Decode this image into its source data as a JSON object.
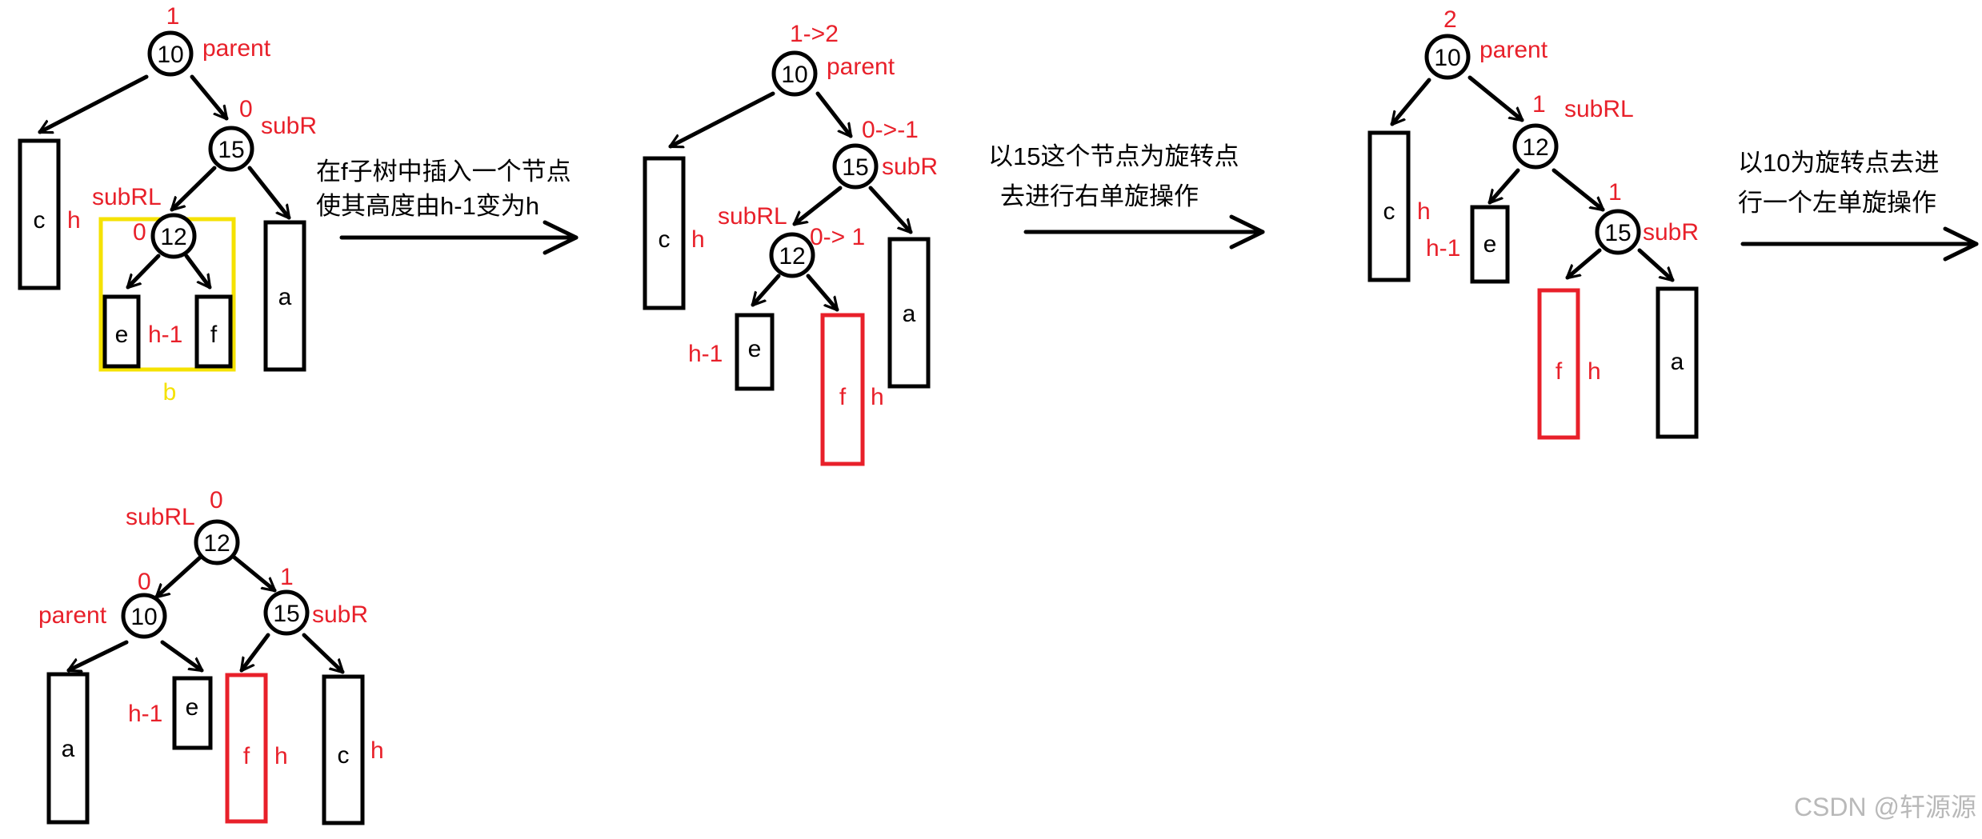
{
  "steps": {
    "s1": {
      "parent_bf": "1",
      "parent_val": "10",
      "parent_tag": "parent",
      "subR_bf": "0",
      "subR_val": "15",
      "subR_tag": "subR",
      "subRL_tag": "subRL",
      "subRL_bf": "0",
      "subRL_val": "12",
      "c": "c",
      "c_h": "h",
      "e": "e",
      "mid_h": "h-1",
      "f": "f",
      "a": "a",
      "b": "b"
    },
    "s2": {
      "parent_bf": "1->2",
      "parent_val": "10",
      "parent_tag": "parent",
      "subR_bf": "0->-1",
      "subR_val": "15",
      "subR_tag": "subR",
      "subRL_tag": "subRL",
      "subRL_bf": "0-> 1",
      "subRL_val": "12",
      "c": "c",
      "c_h": "h",
      "e_h": "h-1",
      "e": "e",
      "f": "f",
      "f_h": "h",
      "a": "a"
    },
    "s3": {
      "parent_bf": "2",
      "parent_val": "10",
      "parent_tag": "parent",
      "subRL_bf": "1",
      "subRL_tag": "subRL",
      "subRL_val": "12",
      "subR_bf": "1",
      "subR_val": "15",
      "subR_tag": "subR",
      "c": "c",
      "c_h": "h",
      "e_h": "h-1",
      "e": "e",
      "f": "f",
      "f_h": "h",
      "a": "a"
    },
    "s4": {
      "subRL_tag": "subRL",
      "subRL_bf": "0",
      "subRL_val": "12",
      "parent_bf": "0",
      "parent_tag": "parent",
      "parent_val": "10",
      "subR_bf": "1",
      "subR_val": "15",
      "subR_tag": "subR",
      "a": "a",
      "e_h": "h-1",
      "e": "e",
      "f": "f",
      "f_h": "h",
      "c": "c",
      "c_h": "h"
    }
  },
  "notes": {
    "n1_line1": "在f子树中插入一个节点",
    "n1_line2": "使其高度由h-1变为h",
    "n2_line1": "以15这个节点为旋转点",
    "n2_line2": "去进行右单旋操作",
    "n3_line1": "以10为旋转点去进",
    "n3_line2": "行一个左单旋操作"
  },
  "watermark": "CSDN @轩源源",
  "colors": {
    "annotation": "#e8202a",
    "highlight_box": "#f5e200",
    "lines": "#000000"
  }
}
